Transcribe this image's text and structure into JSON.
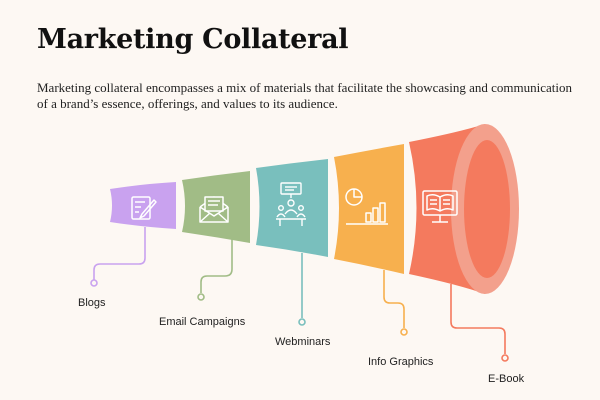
{
  "title": "Marketing Collateral",
  "description": "Marketing collateral encompasses a mix of materials that facilitate the showcasing and communication of a brand’s essence, offerings, and values to its audience.",
  "stages": [
    {
      "label": "Blogs",
      "icon": "blog-writing-icon",
      "color": "#c9a2ef"
    },
    {
      "label": "Email Campaigns",
      "icon": "email-icon",
      "color": "#a1bc86"
    },
    {
      "label": "Webminars",
      "icon": "webinar-icon",
      "color": "#79bfbd"
    },
    {
      "label": "Info Graphics",
      "icon": "infographic-chart-icon",
      "color": "#f7b04e"
    },
    {
      "label": "E-Book",
      "icon": "ebook-icon",
      "color": "#f47a5e"
    }
  ]
}
